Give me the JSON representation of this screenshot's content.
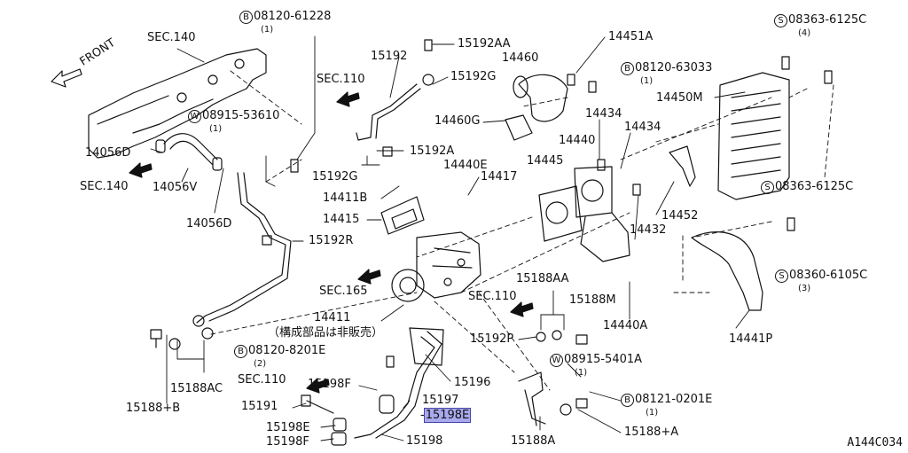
{
  "diagram_id": "A144C034",
  "front_label": "FRONT",
  "notes": {
    "parts_not_sold": "（構成部品は非販売）"
  },
  "sections": [
    {
      "id": "sec140_top",
      "text": "SEC.140"
    },
    {
      "id": "sec140_bot",
      "text": "SEC.140"
    },
    {
      "id": "sec110_a",
      "text": "SEC.110"
    },
    {
      "id": "sec165",
      "text": "SEC.165"
    },
    {
      "id": "sec110_b",
      "text": "SEC.110"
    },
    {
      "id": "sec110_c",
      "text": "SEC.110"
    }
  ],
  "callouts": [
    {
      "id": "c1",
      "symbol": "B",
      "text": "08120-61228",
      "qty": "(1)"
    },
    {
      "id": "c2",
      "symbol": "W",
      "text": "08915-53610",
      "qty": "(1)"
    },
    {
      "id": "c3",
      "symbol": "B",
      "text": "08120-63033",
      "qty": "(1)"
    },
    {
      "id": "c4",
      "symbol": "S",
      "text": "08363-6125C",
      "qty": "(4)"
    },
    {
      "id": "c5",
      "symbol": "S",
      "text": "08363-6125C",
      "qty": ""
    },
    {
      "id": "c6",
      "symbol": "S",
      "text": "08360-6105C",
      "qty": "(3)"
    },
    {
      "id": "c7",
      "symbol": "B",
      "text": "08120-8201E",
      "qty": "(2)"
    },
    {
      "id": "c8",
      "symbol": "W",
      "text": "08915-5401A",
      "qty": "(1)"
    },
    {
      "id": "c9",
      "symbol": "B",
      "text": "08121-0201E",
      "qty": "(1)"
    }
  ],
  "parts": [
    {
      "id": "p15192",
      "text": "15192"
    },
    {
      "id": "p15192AA",
      "text": "15192AA"
    },
    {
      "id": "p15192G_a",
      "text": "15192G"
    },
    {
      "id": "p14451A",
      "text": "14451A"
    },
    {
      "id": "p14460",
      "text": "14460"
    },
    {
      "id": "p14450M",
      "text": "14450M"
    },
    {
      "id": "p14460G",
      "text": "14460G"
    },
    {
      "id": "p14434_a",
      "text": "14434"
    },
    {
      "id": "p14434_b",
      "text": "14434"
    },
    {
      "id": "p15192A",
      "text": "15192A"
    },
    {
      "id": "p14440E",
      "text": "14440E"
    },
    {
      "id": "p14440",
      "text": "14440"
    },
    {
      "id": "p14445",
      "text": "14445"
    },
    {
      "id": "p14417",
      "text": "14417"
    },
    {
      "id": "p14056D_a",
      "text": "14056D"
    },
    {
      "id": "p14056V",
      "text": "14056V"
    },
    {
      "id": "p15192G_b",
      "text": "15192G"
    },
    {
      "id": "p14411B",
      "text": "14411B"
    },
    {
      "id": "p14415",
      "text": "14415"
    },
    {
      "id": "p14056D_b",
      "text": "14056D"
    },
    {
      "id": "p14452",
      "text": "14452"
    },
    {
      "id": "p14432",
      "text": "14432"
    },
    {
      "id": "p15192R",
      "text": "15192R"
    },
    {
      "id": "p15188AA",
      "text": "15188AA"
    },
    {
      "id": "p15188M",
      "text": "15188M"
    },
    {
      "id": "p14411",
      "text": "14411"
    },
    {
      "id": "p14440A",
      "text": "14440A"
    },
    {
      "id": "p15192P",
      "text": "15192P"
    },
    {
      "id": "p14441P",
      "text": "14441P"
    },
    {
      "id": "p15196",
      "text": "15196"
    },
    {
      "id": "p15188AC",
      "text": "15188AC"
    },
    {
      "id": "p15198F_a",
      "text": "15198F"
    },
    {
      "id": "p15197",
      "text": "15197"
    },
    {
      "id": "p15188B",
      "text": "15188+B"
    },
    {
      "id": "p15191",
      "text": "15191"
    },
    {
      "id": "p15198E_hl",
      "text": "15198E"
    },
    {
      "id": "p15188plusA",
      "text": "15188+A"
    },
    {
      "id": "p15198E",
      "text": "15198E"
    },
    {
      "id": "p15198F_b",
      "text": "15198F"
    },
    {
      "id": "p15198",
      "text": "15198"
    },
    {
      "id": "p15188A",
      "text": "15188A"
    }
  ]
}
